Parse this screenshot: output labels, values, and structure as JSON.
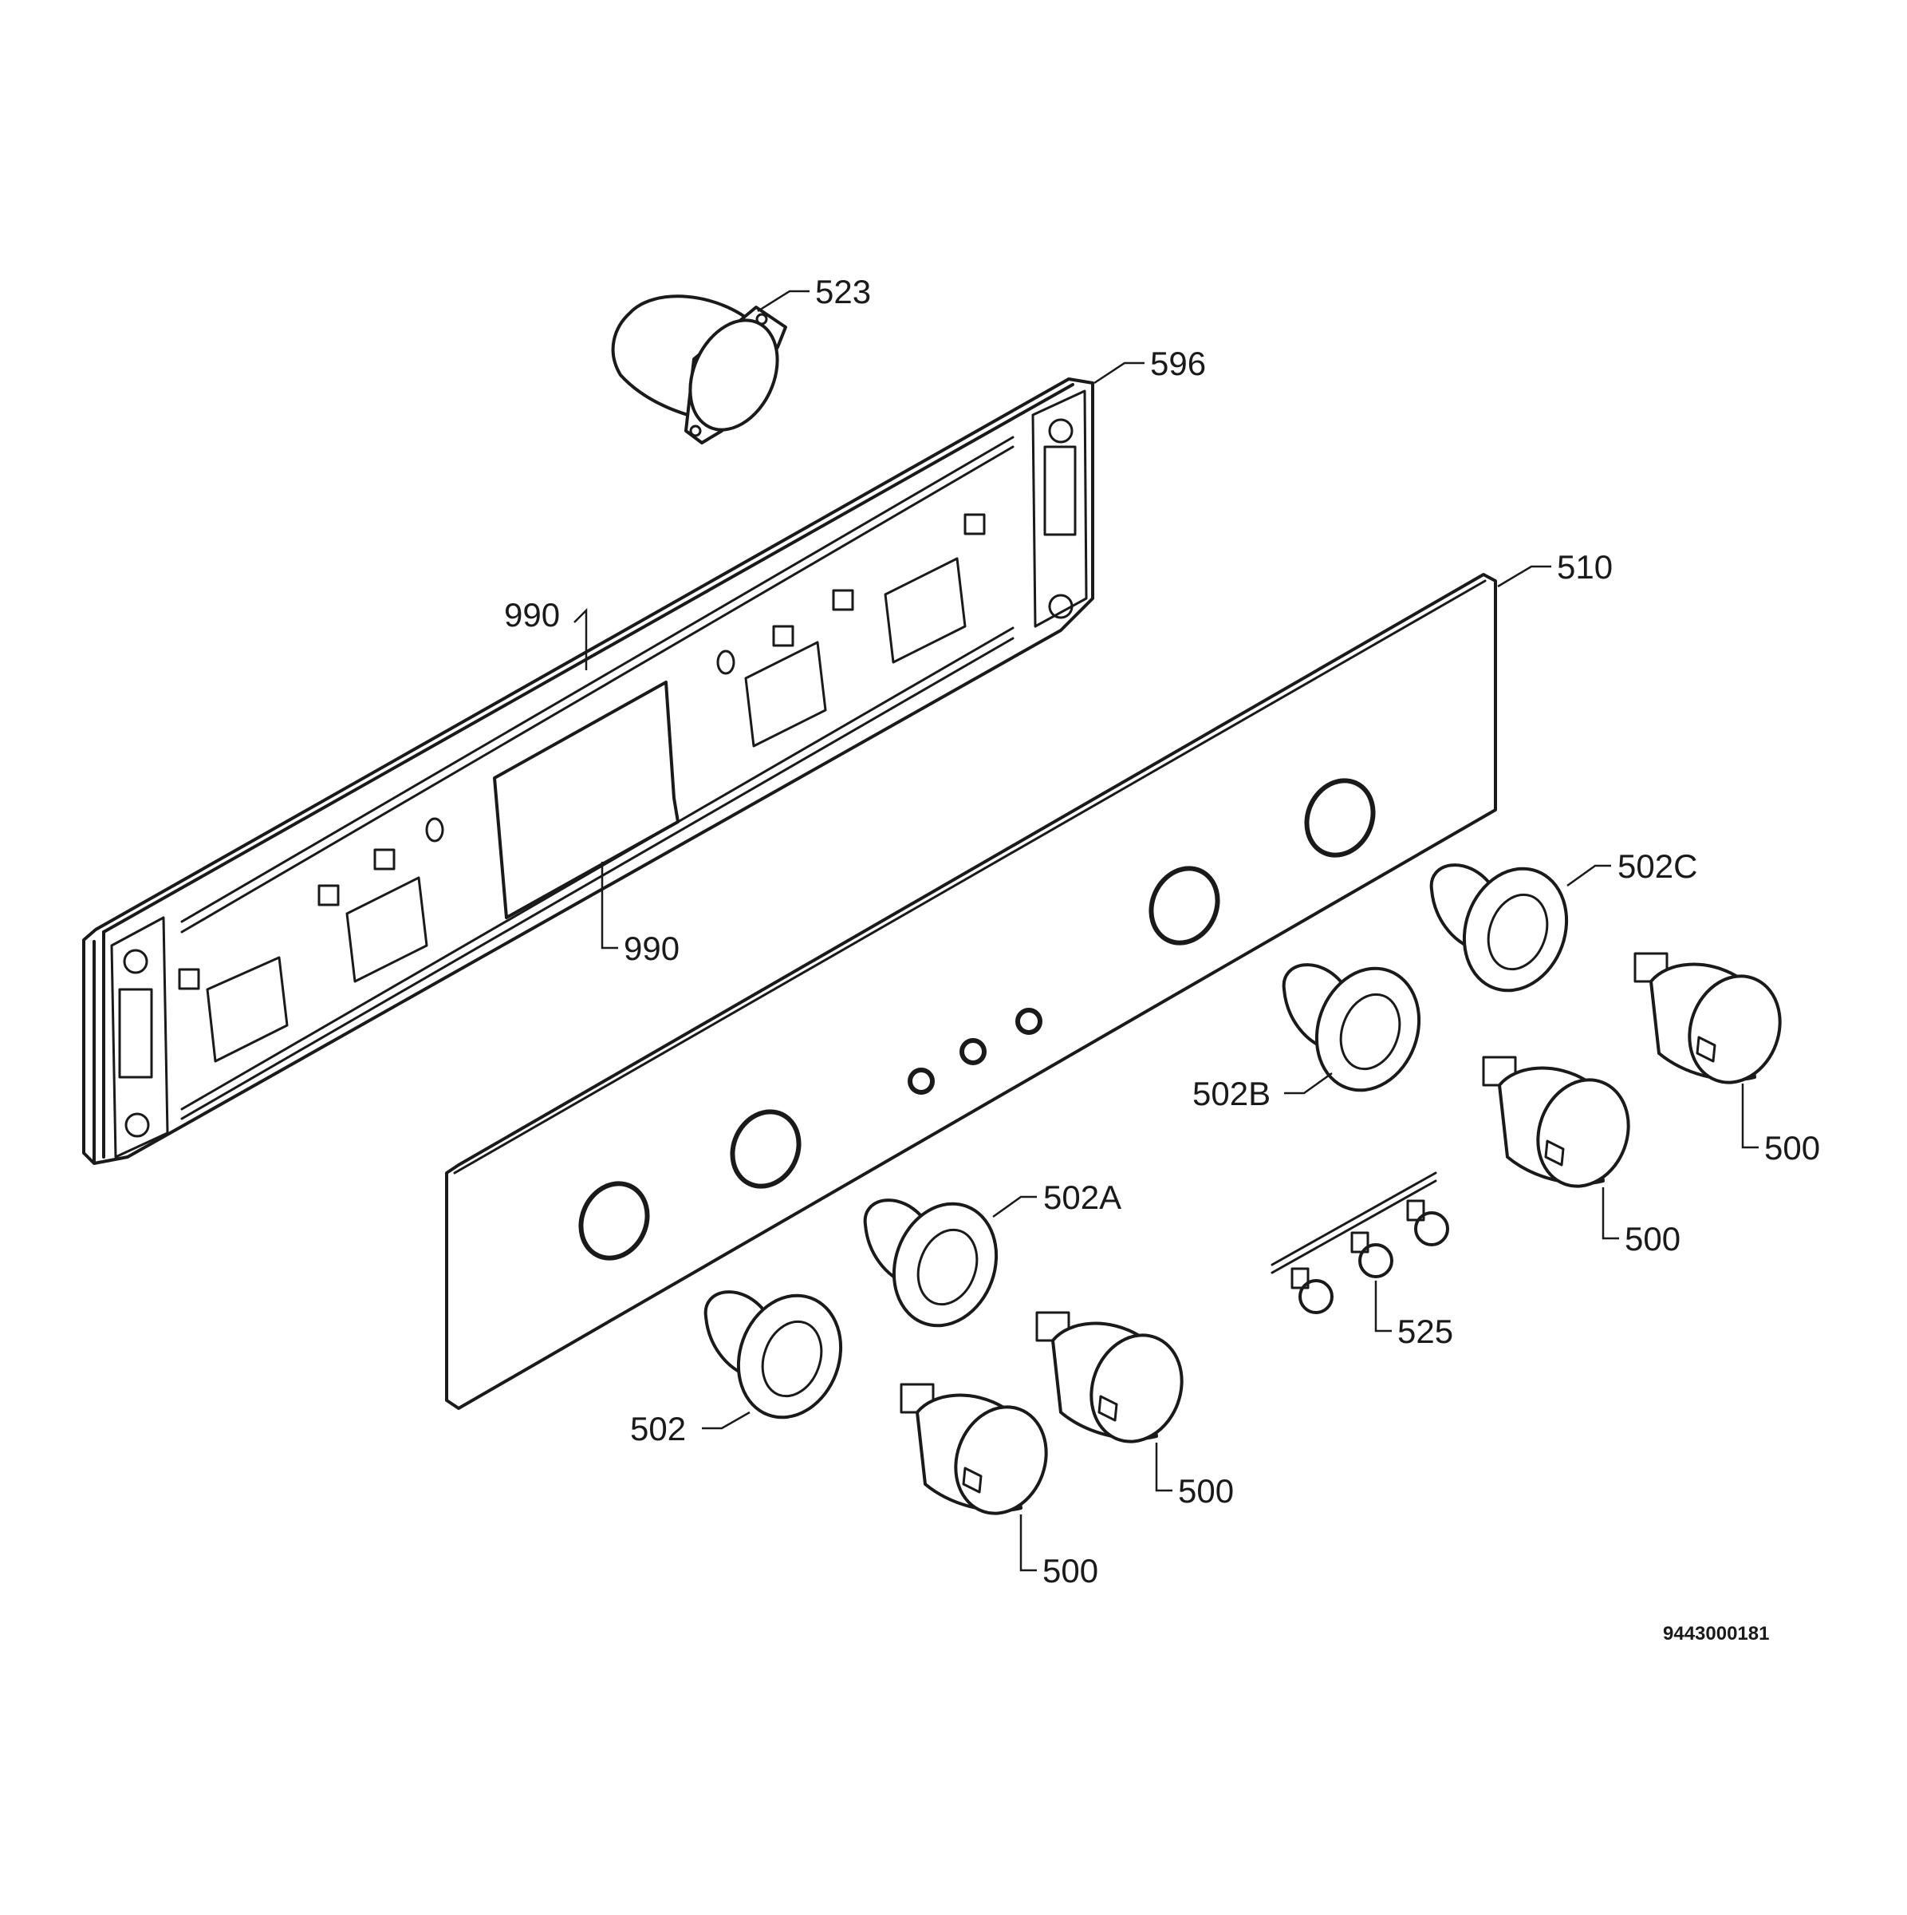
{
  "labels": {
    "l523": "523",
    "l596": "596",
    "l990a": "990",
    "l990b": "990",
    "l510": "510",
    "l502c": "502C",
    "l502b": "502B",
    "l502a": "502A",
    "l502": "502",
    "l500a": "500",
    "l500b": "500",
    "l500c": "500",
    "l500d": "500",
    "l525": "525"
  },
  "document_number": "9443000181"
}
